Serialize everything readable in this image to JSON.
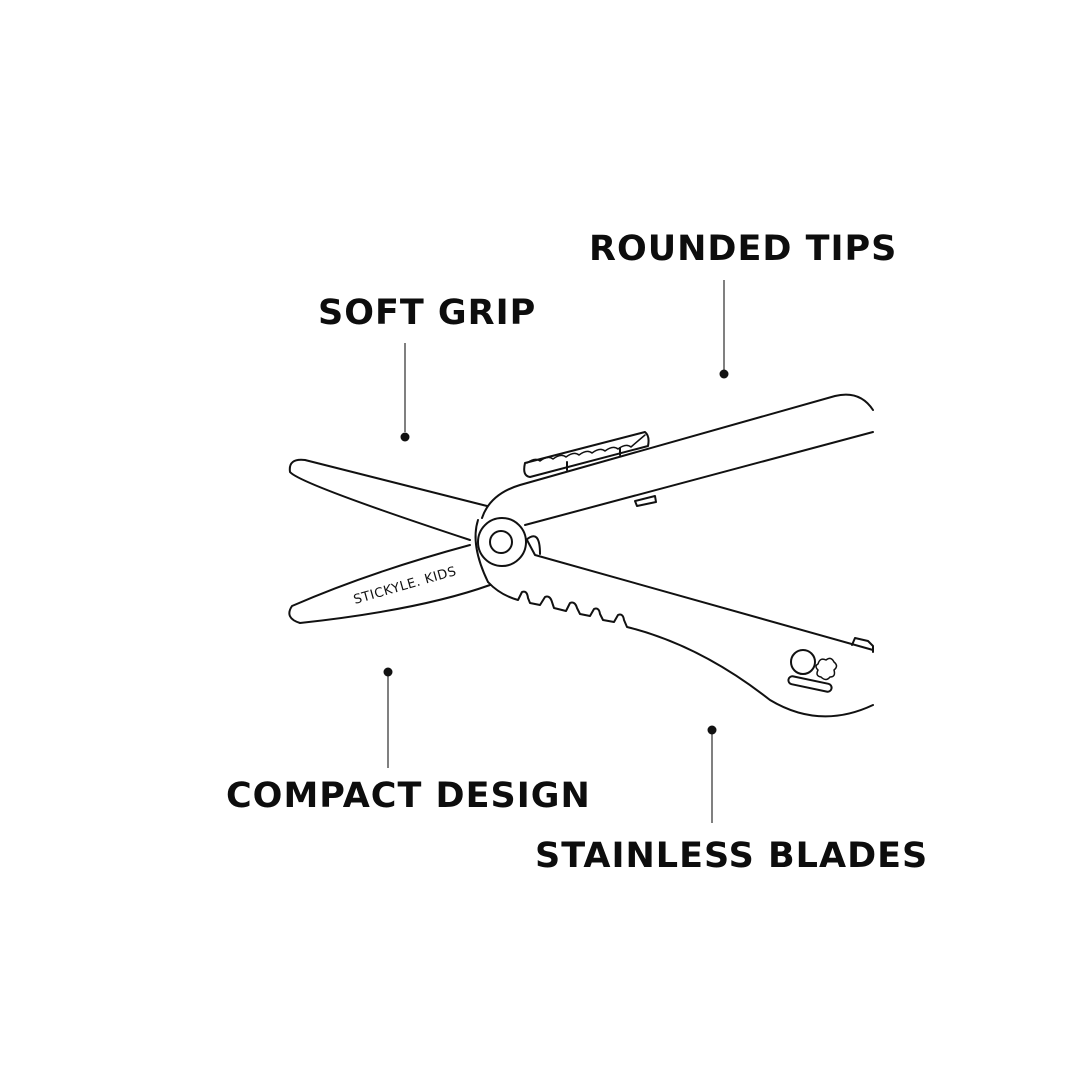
{
  "diagram": {
    "subject": "children's scissors product feature callouts",
    "brand_text_on_blade": "STICKYLE. KIDS",
    "colors": {
      "background": "#ffffff",
      "line": "#111111",
      "text": "#0d0d0d",
      "leader": "#555555"
    },
    "callouts": [
      {
        "id": "soft-grip",
        "label": "SOFT GRIP",
        "target": "upper blade"
      },
      {
        "id": "rounded-tips",
        "label": "ROUNDED TIPS",
        "target": "upper handle"
      },
      {
        "id": "compact-design",
        "label": "COMPACT DESIGN",
        "target": "lower blade"
      },
      {
        "id": "stainless-blades",
        "label": "STAINLESS BLADES",
        "target": "lower handle"
      }
    ]
  }
}
